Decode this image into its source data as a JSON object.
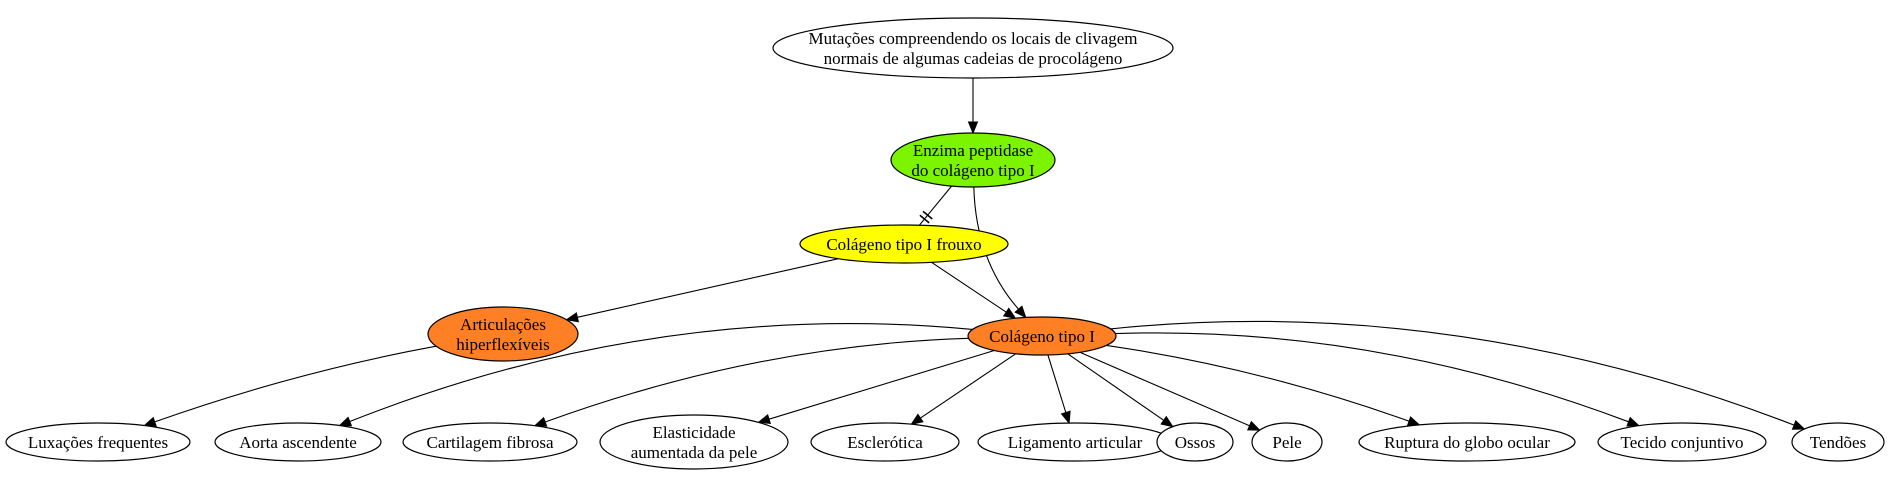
{
  "colors": {
    "white": "#ffffff",
    "green": "#7cf400",
    "yellow": "#ffff00",
    "orange": "#ff7f24",
    "stroke": "#000000"
  },
  "nodes": {
    "mutations": {
      "lines": [
        "Mutações compreendendo os locais de clivagem",
        "normais de algumas cadeias de procolágeno"
      ],
      "fill": "white"
    },
    "peptidase": {
      "lines": [
        "Enzima peptidase",
        "do colágeno tipo I"
      ],
      "fill": "green"
    },
    "loose": {
      "lines": [
        "Colágeno tipo I frouxo"
      ],
      "fill": "yellow"
    },
    "joints": {
      "lines": [
        "Articulações",
        "hiperflexíveis"
      ],
      "fill": "orange"
    },
    "type1": {
      "lines": [
        "Colágeno tipo I"
      ],
      "fill": "orange"
    },
    "luxacoes": {
      "lines": [
        "Luxações frequentes"
      ],
      "fill": "white"
    },
    "aorta": {
      "lines": [
        "Aorta ascendente"
      ],
      "fill": "white"
    },
    "cartilagem": {
      "lines": [
        "Cartilagem fibrosa"
      ],
      "fill": "white"
    },
    "elasticidade": {
      "lines": [
        "Elasticidade",
        "aumentada da pele"
      ],
      "fill": "white"
    },
    "esclerotica": {
      "lines": [
        "Esclerótica"
      ],
      "fill": "white"
    },
    "ligamento": {
      "lines": [
        "Ligamento articular"
      ],
      "fill": "white"
    },
    "ossos": {
      "lines": [
        "Ossos"
      ],
      "fill": "white"
    },
    "pele": {
      "lines": [
        "Pele"
      ],
      "fill": "white"
    },
    "ruptura": {
      "lines": [
        "Ruptura do globo ocular"
      ],
      "fill": "white"
    },
    "tecido": {
      "lines": [
        "Tecido conjuntivo"
      ],
      "fill": "white"
    },
    "tendoes": {
      "lines": [
        "Tendões"
      ],
      "fill": "white"
    }
  },
  "edges": [
    {
      "from": "mutations",
      "to": "peptidase",
      "type": "arrow"
    },
    {
      "from": "peptidase",
      "to": "loose",
      "type": "inhibit"
    },
    {
      "from": "peptidase",
      "to": "type1",
      "type": "arrow"
    },
    {
      "from": "loose",
      "to": "joints",
      "type": "arrow"
    },
    {
      "from": "loose",
      "to": "type1",
      "type": "arrow"
    },
    {
      "from": "joints",
      "to": "luxacoes",
      "type": "arrow"
    },
    {
      "from": "type1",
      "to": "aorta",
      "type": "arrow"
    },
    {
      "from": "type1",
      "to": "cartilagem",
      "type": "arrow"
    },
    {
      "from": "type1",
      "to": "elasticidade",
      "type": "arrow"
    },
    {
      "from": "type1",
      "to": "esclerotica",
      "type": "arrow"
    },
    {
      "from": "type1",
      "to": "ligamento",
      "type": "arrow"
    },
    {
      "from": "type1",
      "to": "ossos",
      "type": "arrow"
    },
    {
      "from": "type1",
      "to": "pele",
      "type": "arrow"
    },
    {
      "from": "type1",
      "to": "ruptura",
      "type": "arrow"
    },
    {
      "from": "type1",
      "to": "tecido",
      "type": "arrow"
    },
    {
      "from": "type1",
      "to": "tendoes",
      "type": "arrow"
    }
  ]
}
